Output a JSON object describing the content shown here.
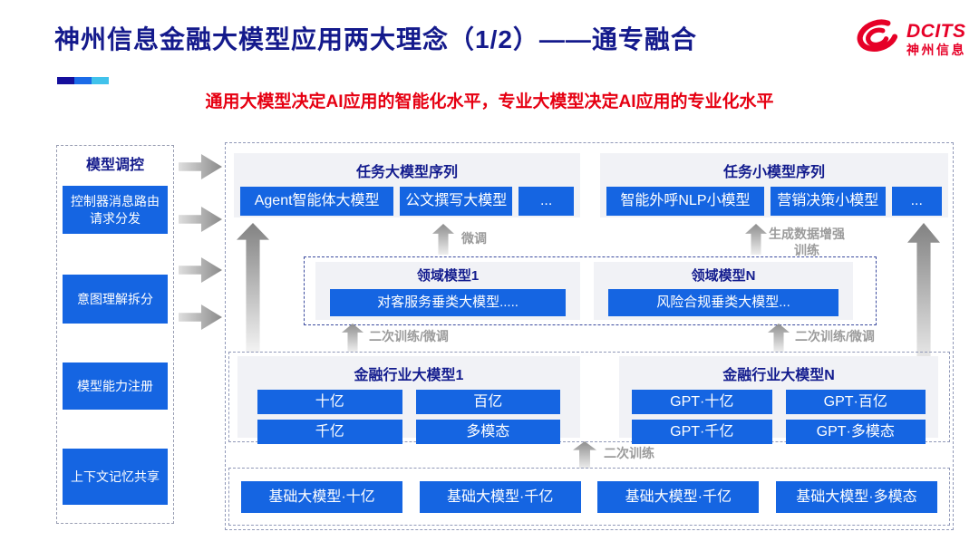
{
  "header": {
    "title": "神州信息金融大模型应用两大理念（1/2）——通专融合",
    "subtitle": "通用大模型决定AI应用的智能化水平，专业大模型决定AI应用的专业化水平",
    "logo": {
      "brand": "DCITS",
      "brand_cn": "神州信息"
    },
    "accent_bar_colors": [
      "#150F9C",
      "#1B6BE8",
      "#41C2EB"
    ]
  },
  "colors": {
    "box_blue": "#1565E2",
    "title_navy": "#141A8C",
    "subtitle_red": "#E60012",
    "logo_red": "#E60027",
    "panel_gray": "#F1F2F6",
    "arrow_gray": "#8E8E8E"
  },
  "sidebar": {
    "title": "模型调控",
    "items": [
      "控制器消息路由请求分发",
      "意图理解拆分",
      "模型能力注册",
      "上下文记忆共享"
    ]
  },
  "main": {
    "task_large": {
      "title": "任务大模型序列",
      "boxes": [
        "Agent智能体大模型",
        "公文撰写大模型",
        "..."
      ]
    },
    "task_small": {
      "title": "任务小模型序列",
      "boxes": [
        "智能外呼NLP小模型",
        "营销决策小模型",
        "..."
      ]
    },
    "labels": {
      "finetune": "微调",
      "gen_data": "生成数据增强训练",
      "retrain_left": "二次训练/微调",
      "retrain_right": "二次训练/微调",
      "retrain": "二次训练"
    },
    "domain1": {
      "title": "领域模型1",
      "box": "对客服务垂类大模型....."
    },
    "domainN": {
      "title": "领域模型N",
      "box": "风险合规垂类大模型..."
    },
    "industry1": {
      "title": "金融行业大模型1",
      "boxes": [
        "十亿",
        "百亿",
        "千亿",
        "多模态"
      ]
    },
    "industryN": {
      "title": "金融行业大模型N",
      "boxes": [
        "GPT·十亿",
        "GPT·百亿",
        "GPT·千亿",
        "GPT·多模态"
      ]
    },
    "base": {
      "boxes": [
        "基础大模型·十亿",
        "基础大模型·千亿",
        "基础大模型·千亿",
        "基础大模型·多模态"
      ]
    }
  }
}
